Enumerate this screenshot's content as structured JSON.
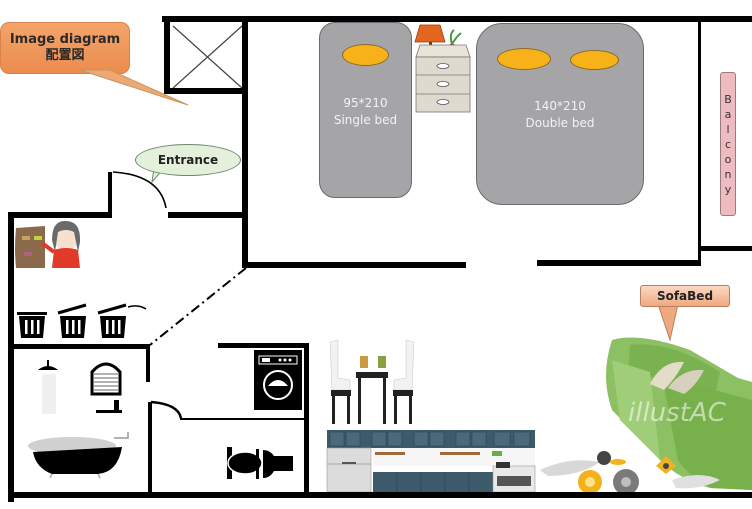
{
  "diagram": {
    "title_callout": {
      "line1": "Image diagram",
      "line2": "配置図"
    },
    "rooms": {
      "single_bed": {
        "size": "95*210",
        "label": "Single bed"
      },
      "double_bed": {
        "size": "140*210",
        "label": "Double bed"
      },
      "balcony": {
        "letters": [
          "B",
          "a",
          "l",
          "c",
          "o",
          "n",
          "y"
        ]
      },
      "entrance": {
        "label": "Entrance"
      },
      "sofabed": {
        "label": "SofaBed",
        "watermark": "illustAC"
      }
    },
    "icons": [
      "storage-closet-x-icon",
      "nightstand-lamp-icon",
      "shoe-rack-girl-icon",
      "trash-bin-icon",
      "bathtub-icon",
      "shower-icon",
      "window-blind-icon",
      "washing-machine-icon",
      "toilet-icon",
      "dining-table-chairs-icon",
      "kitchen-counter-icon",
      "sofa-icon",
      "flowers-decor-icon"
    ],
    "colors": {
      "bed_fill": "#a5a5a8",
      "pillow": "#f7b21a",
      "callout_orange": "#ec8c4e",
      "entrance_bubble": "#e4efdc",
      "balcony_fill": "#eebcc0",
      "sofa_green": "#8cc063",
      "kitchen_cabinet": "#3c5a6a"
    }
  }
}
